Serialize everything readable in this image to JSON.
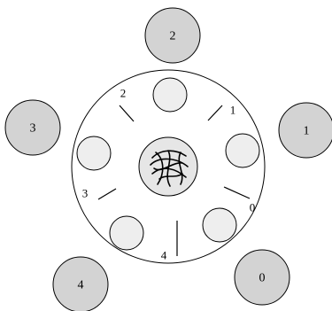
{
  "outer_nodes": [
    {
      "id": "0",
      "label": "0"
    },
    {
      "id": "1",
      "label": "1"
    },
    {
      "id": "2",
      "label": "2"
    },
    {
      "id": "3",
      "label": "3"
    },
    {
      "id": "4",
      "label": "4"
    }
  ],
  "divider_labels": [
    "0",
    "1",
    "2",
    "3",
    "4"
  ],
  "colors": {
    "outer_node_fill": "#d3d3d3",
    "seat_fill": "#eeeeee",
    "center_fill": "#e6e6e6",
    "stroke": "#000000"
  },
  "center_icon": "tangled-noodles-icon"
}
